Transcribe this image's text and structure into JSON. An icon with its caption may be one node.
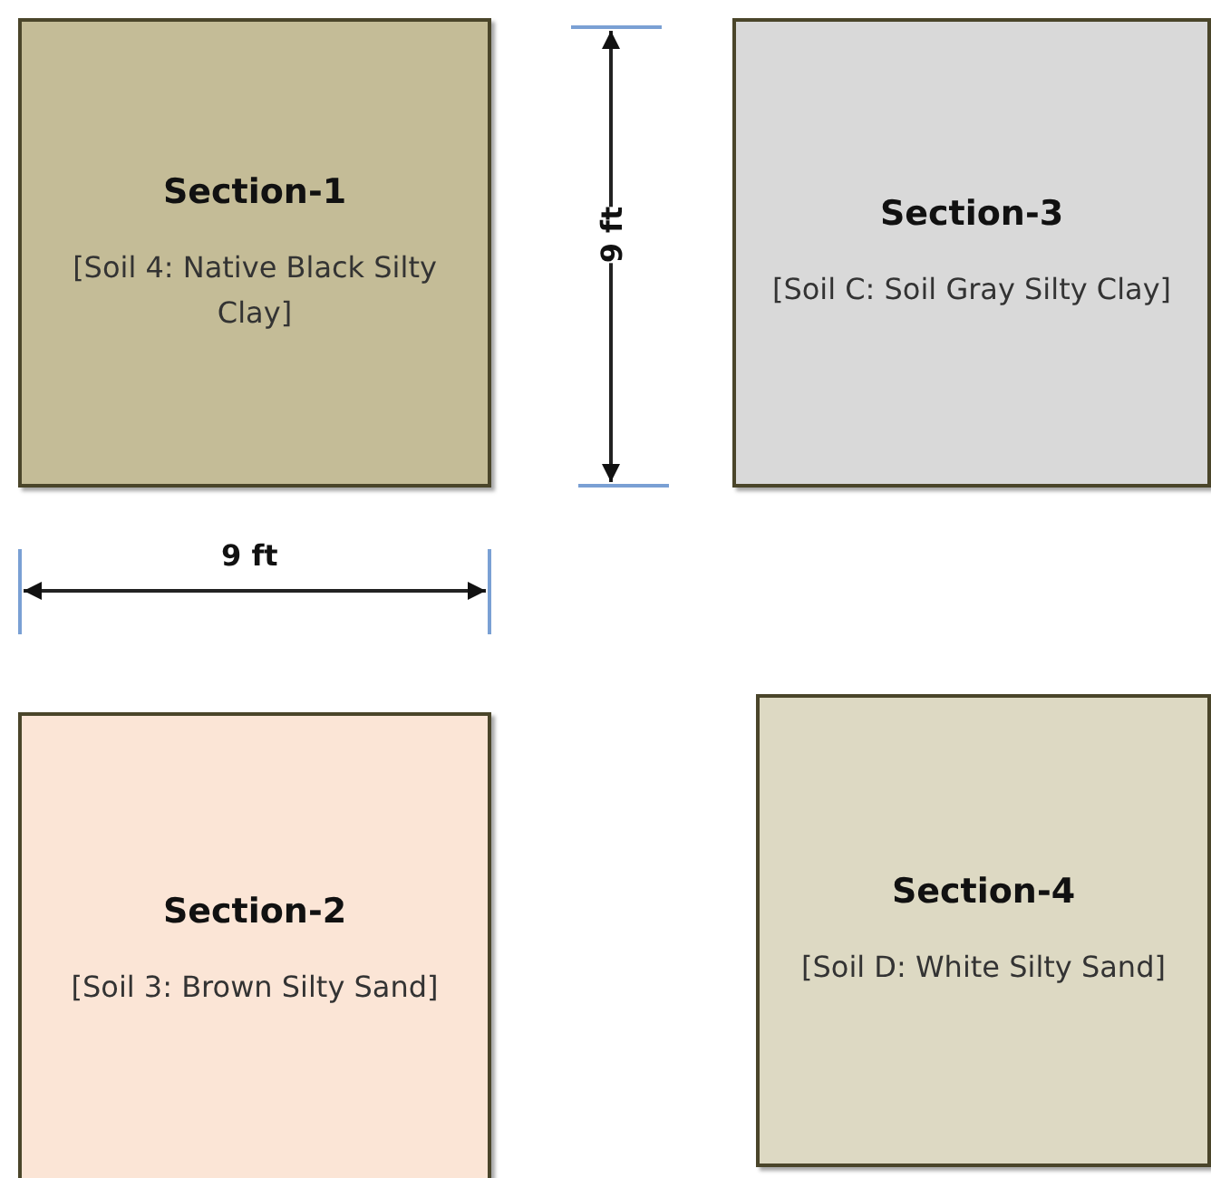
{
  "diagram": {
    "nodes": [
      {
        "text": [
          "Section-1",
          "[Soil 4: Native Black Silty Clay]"
        ]
      },
      {
        "text": [
          "Section-3",
          "[Soil C: Soil Gray Silty Clay]"
        ]
      },
      {
        "text": [
          "Section-2",
          "[Soil 3: Brown Silty Sand]"
        ]
      },
      {
        "text": [
          "Section-4",
          "[Soil D: White Silty Sand]"
        ]
      }
    ],
    "labels": [
      "9 ft",
      "9 ft"
    ]
  }
}
